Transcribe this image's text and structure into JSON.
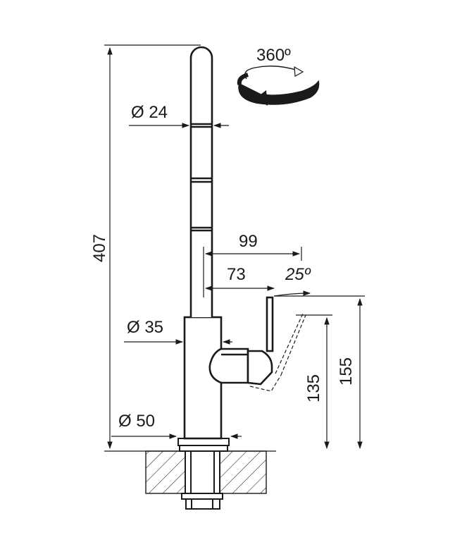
{
  "dimensions": {
    "rotation": "360º",
    "spout_diameter": "Ø 24",
    "total_height": "407",
    "spout_reach": "99",
    "lever_reach": "73",
    "lever_angle": "25º",
    "body_diameter": "Ø 35",
    "lever_height": "135",
    "outlet_height": "155",
    "base_diameter": "Ø 50"
  }
}
